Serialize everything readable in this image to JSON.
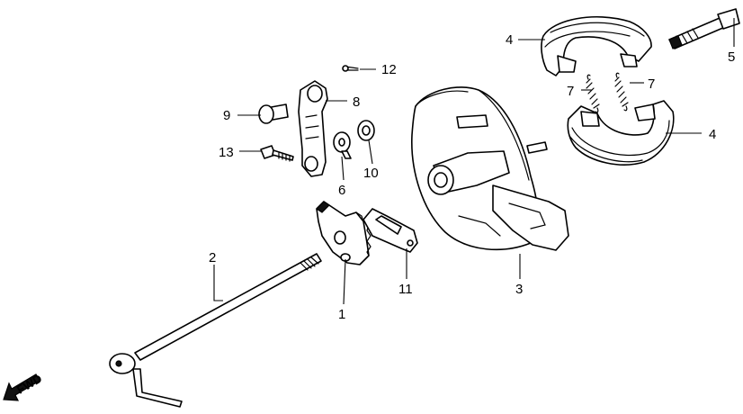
{
  "diagram": {
    "callouts": [
      {
        "id": "c1",
        "label": "1"
      },
      {
        "id": "c2",
        "label": "2"
      },
      {
        "id": "c3",
        "label": "3"
      },
      {
        "id": "c4a",
        "label": "4"
      },
      {
        "id": "c4b",
        "label": "4"
      },
      {
        "id": "c5",
        "label": "5"
      },
      {
        "id": "c6",
        "label": "6"
      },
      {
        "id": "c7a",
        "label": "7"
      },
      {
        "id": "c7b",
        "label": "7"
      },
      {
        "id": "c8",
        "label": "8"
      },
      {
        "id": "c9",
        "label": "9"
      },
      {
        "id": "c10",
        "label": "10"
      },
      {
        "id": "c11",
        "label": "11"
      },
      {
        "id": "c12",
        "label": "12"
      },
      {
        "id": "c13",
        "label": "13"
      }
    ],
    "fwd_label": "FWD"
  }
}
